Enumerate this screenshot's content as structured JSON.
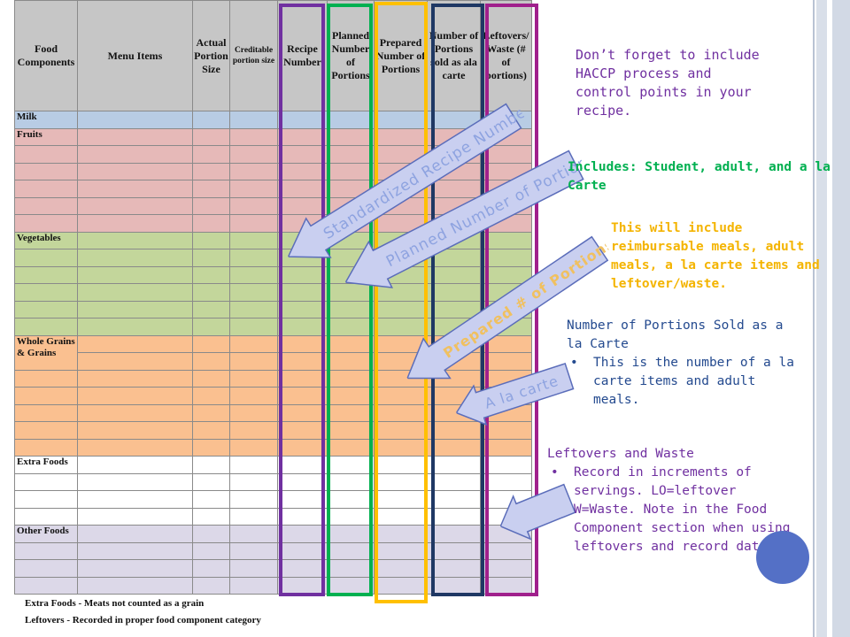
{
  "table": {
    "headers": [
      "Food Components",
      "Menu Items",
      "Actual Portion Size",
      "Creditable portion size",
      "Recipe Number",
      "Planned Number of Portions",
      "Prepared Number of Portions",
      "Number of Portions sold as ala carte",
      "Leftovers/ Waste (# of portions)"
    ],
    "sections": {
      "milk": "Milk",
      "fruits": "Fruits",
      "vegetables": "Vegetables",
      "grains_1": "Whole Grains",
      "grains_2": "& Grains",
      "extra": "Extra Foods",
      "other": "Other Foods"
    },
    "footnotes": [
      "Extra Foods - Meats not counted as a grain",
      "Leftovers - Recorded in proper food component category"
    ]
  },
  "column_outline_colors": {
    "recipe": "#7030a0",
    "planned": "#00b050",
    "prepared": "#ffc000",
    "ala_carte": "#1f3864",
    "leftovers": "#a0208c"
  },
  "arrows": {
    "recipe": "Standardized Recipe Number",
    "planned": "Planned Number of Portions",
    "prepared": "Prepared # of Portions",
    "ala_carte": "A la carte"
  },
  "notes": {
    "recipe_note": "Don’t forget to include HACCP process and control points in your recipe.",
    "planned_note": "Includes: Student, adult, and a la Carte",
    "prepared_note": "This will include reimbursable meals, adult meals, a la carte items and leftover/waste.",
    "ala_carte_title": "Number of Portions Sold as a la Carte",
    "ala_carte_bullet": "This is the number of a la carte items and adult meals.",
    "leftover_title": "Leftovers and Waste",
    "leftover_bullet": "Record in increments of servings.  LO=leftover W=Waste.  Note in the Food Component section when using leftovers and record date.",
    "bullet_symbol": "•"
  },
  "colors": {
    "accent_circle": "#5470c6",
    "arrow_fill": "#c9cff0",
    "arrow_text": "#8ea3e0"
  }
}
